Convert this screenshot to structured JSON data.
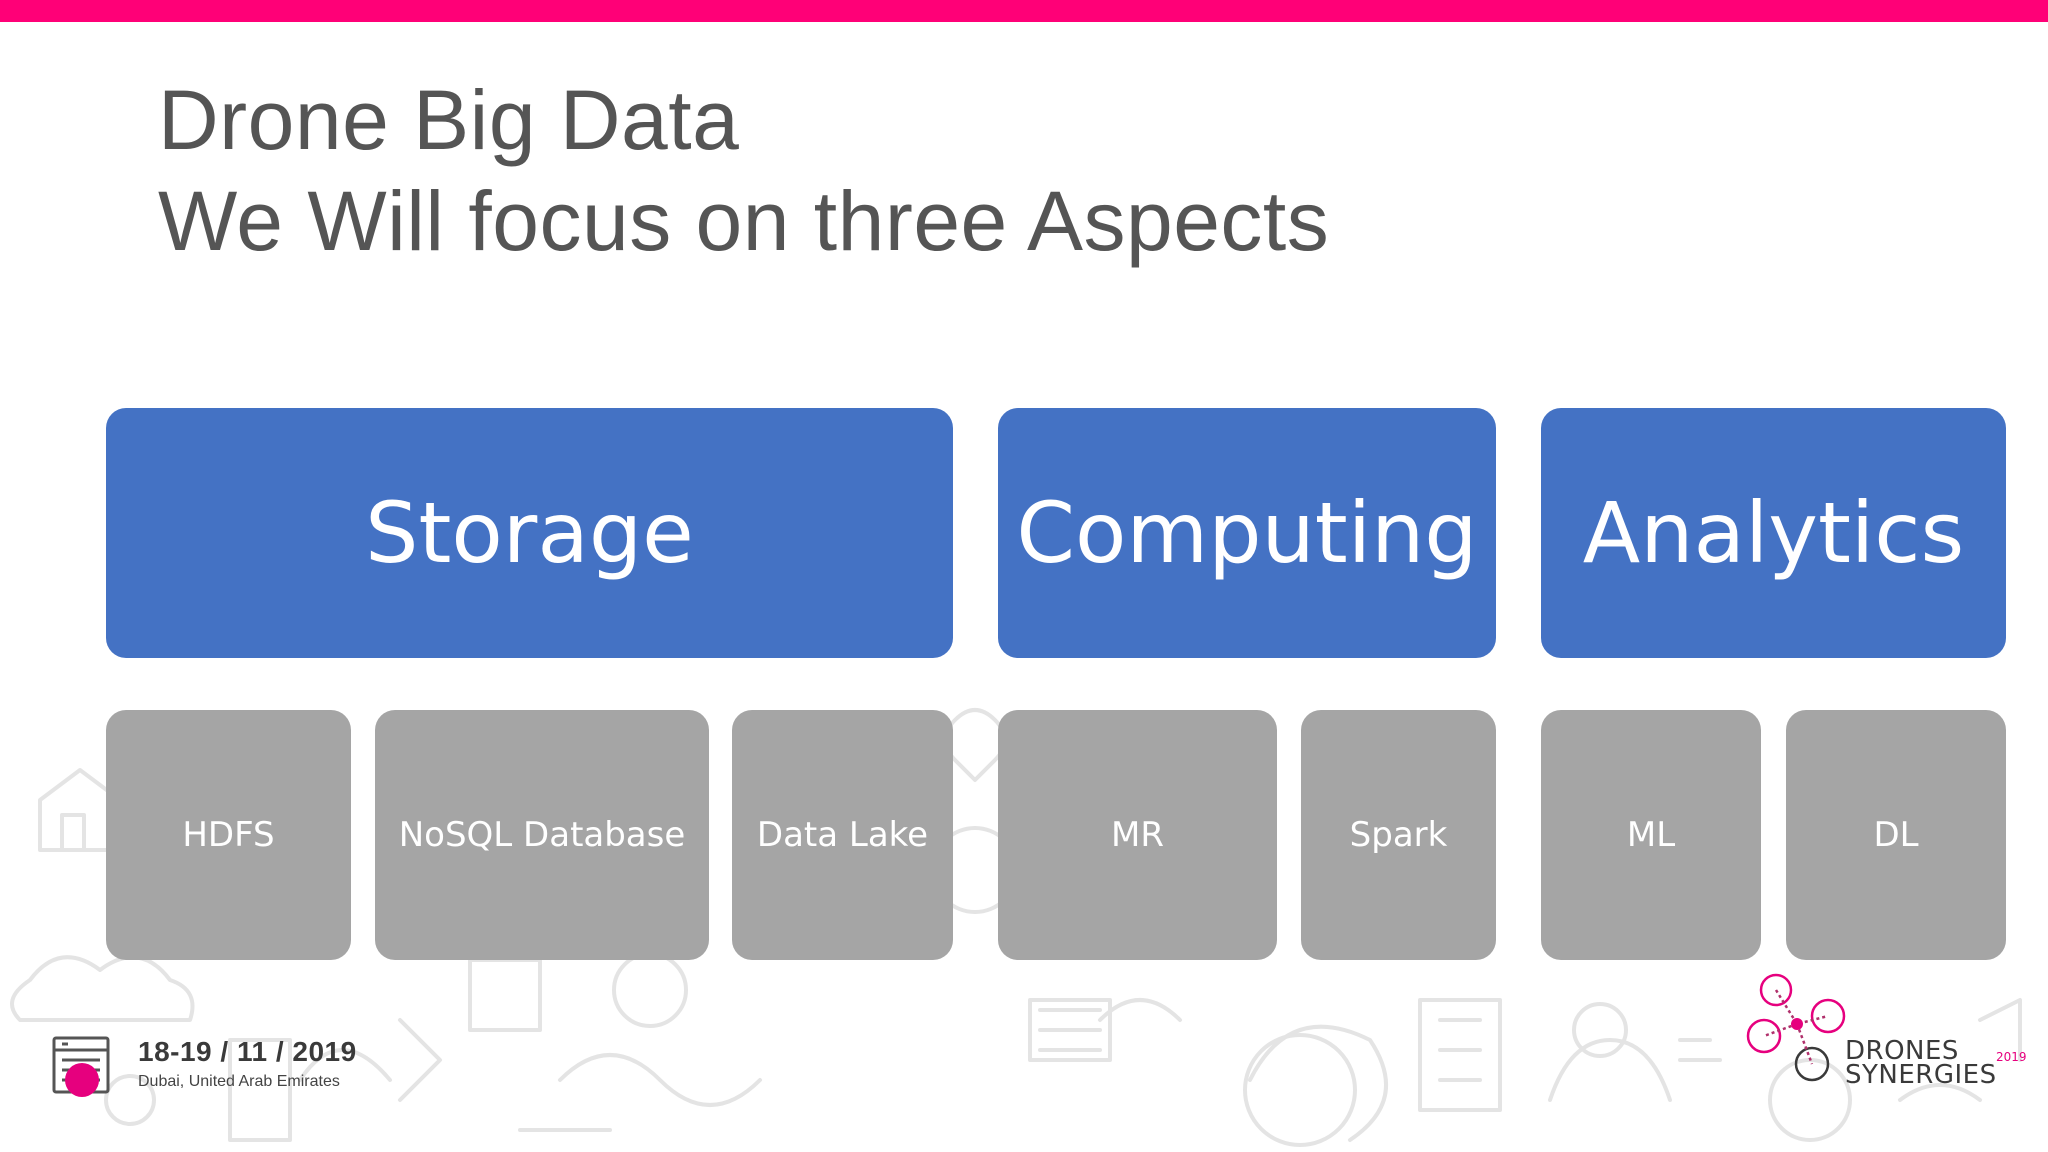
{
  "slide": {
    "title_line1": "Drone Big Data",
    "title_line2": "We Will focus on three Aspects"
  },
  "colors": {
    "accent_bar": "#ff0077",
    "category_box": "#4472c4",
    "sub_box": "#a5a5a5",
    "title_text": "#555555",
    "doodle": "#e4e4e4",
    "brand_pink": "#e6007e"
  },
  "categories": [
    {
      "label": "Storage",
      "items": [
        "HDFS",
        "NoSQL Database",
        "Data Lake"
      ]
    },
    {
      "label": "Computing",
      "items": [
        "MR",
        "Spark"
      ]
    },
    {
      "label": "Analytics",
      "items": [
        "ML",
        "DL"
      ]
    }
  ],
  "footer": {
    "date": "18-19 / 11 / 2019",
    "location": "Dubai, United Arab Emirates",
    "calendar_icon": "calendar-icon"
  },
  "brand": {
    "logo_icon": "drone-logo-icon",
    "name_line1": "DRONES",
    "name_line2": "SYNERGIES",
    "year": "2019"
  }
}
